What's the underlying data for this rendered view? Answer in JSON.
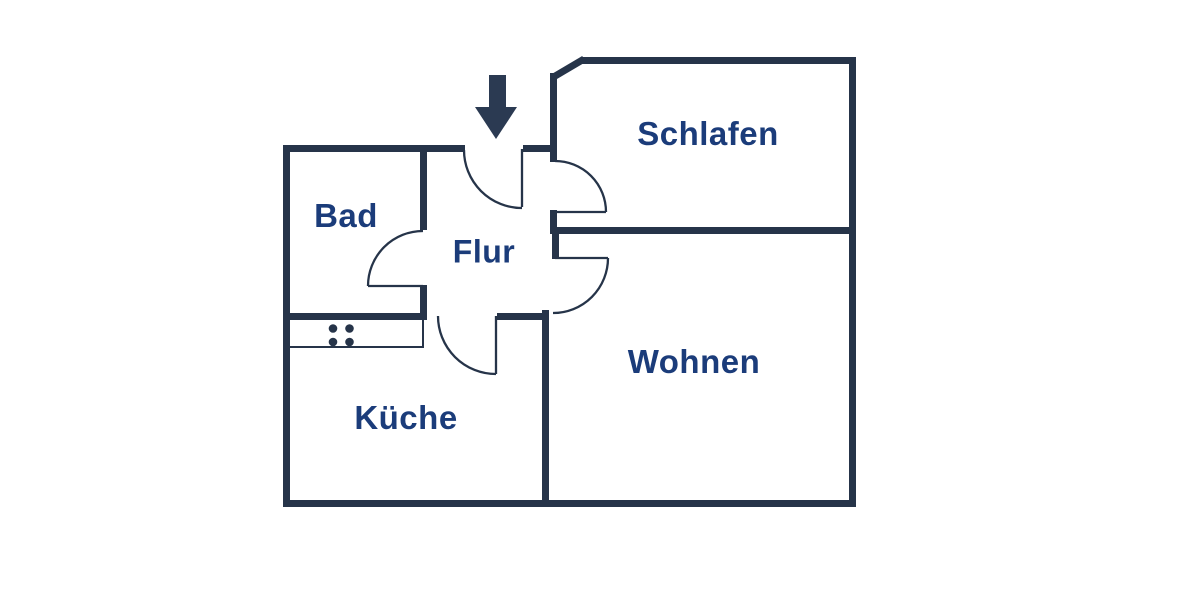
{
  "plan": {
    "rooms": [
      {
        "id": "bad",
        "label": "Bad"
      },
      {
        "id": "flur",
        "label": "Flur"
      },
      {
        "id": "schlafen",
        "label": "Schlafen"
      },
      {
        "id": "wohnen",
        "label": "Wohnen"
      },
      {
        "id": "kueche",
        "label": "Küche"
      }
    ],
    "symbols": [
      {
        "id": "entrance-arrow-icon",
        "meaning": "entrance direction arrow pointing down into hallway"
      },
      {
        "id": "stove-dots-icon",
        "meaning": "kitchen counter cooktop with four burners"
      }
    ],
    "doors": [
      {
        "id": "door-entrance",
        "between": "outside-flur"
      },
      {
        "id": "door-bad",
        "between": "flur-bad"
      },
      {
        "id": "door-kueche",
        "between": "flur-kueche"
      },
      {
        "id": "door-schlafen",
        "between": "flur-schlafen"
      },
      {
        "id": "door-wohnen",
        "between": "flur-wohnen"
      }
    ],
    "colors": {
      "wall": "#263449",
      "label_text": "#1b3c7a",
      "arrow": "#2b3a52",
      "background": "#ffffff"
    }
  }
}
